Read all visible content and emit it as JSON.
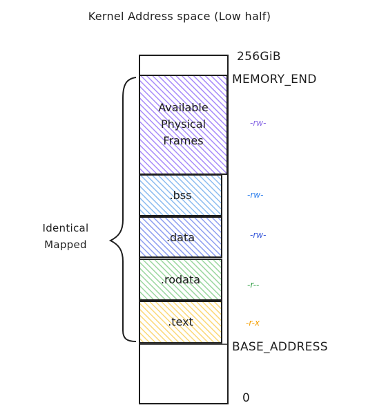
{
  "title": "Kernel Address space (Low half)",
  "labels": {
    "top": "256GiB",
    "memory_end": "MEMORY_END",
    "base_address": "BASE_ADDRESS",
    "zero": "0",
    "identical_line1": "Identical",
    "identical_line2": "Mapped"
  },
  "segments": [
    {
      "name": "available",
      "line1": "Available",
      "line2": "Physical",
      "line3": "Frames",
      "perm": "-rw-",
      "color": "#8c6ee6",
      "fill": "#c9b8f5"
    },
    {
      "name": "bss",
      "line1": ".bss",
      "perm": "-rw-",
      "color": "#2f80ed",
      "fill": "#a9cdf5"
    },
    {
      "name": "data",
      "line1": ".data",
      "perm": "-rw-",
      "color": "#3b5bdb",
      "fill": "#aebbf0"
    },
    {
      "name": "rodata",
      "line1": ".rodata",
      "perm": "-r--",
      "color": "#2f9e44",
      "fill": "#b7e3b9"
    },
    {
      "name": "text",
      "line1": ".text",
      "perm": "-r-x",
      "color": "#f59f00",
      "fill": "#fde3a0"
    }
  ]
}
